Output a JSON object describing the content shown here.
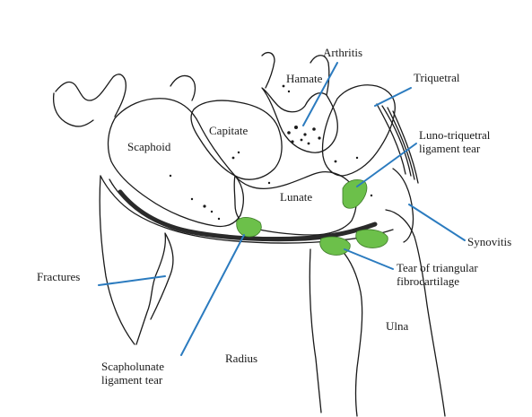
{
  "diagram": {
    "labels": {
      "arthritis": "Arthritis",
      "hamate": "Hamate",
      "triquetral": "Triquetral",
      "capitate": "Capitate",
      "scaphoid": "Scaphoid",
      "luno_triquetral": [
        "Luno-triquetral",
        "ligament tear"
      ],
      "lunate": "Lunate",
      "synovitis": "Synovitis",
      "tear_tfc": [
        "Tear of triangular",
        "fibrocartilage"
      ],
      "fractures": "Fractures",
      "ulna": "Ulna",
      "radius": "Radius",
      "scapholunate": [
        "Scapholunate",
        "ligament tear"
      ]
    },
    "colors": {
      "outline": "#1a1a1a",
      "leader_line": "#2b7bbf",
      "ligament_injury": "#6cc04a"
    }
  }
}
